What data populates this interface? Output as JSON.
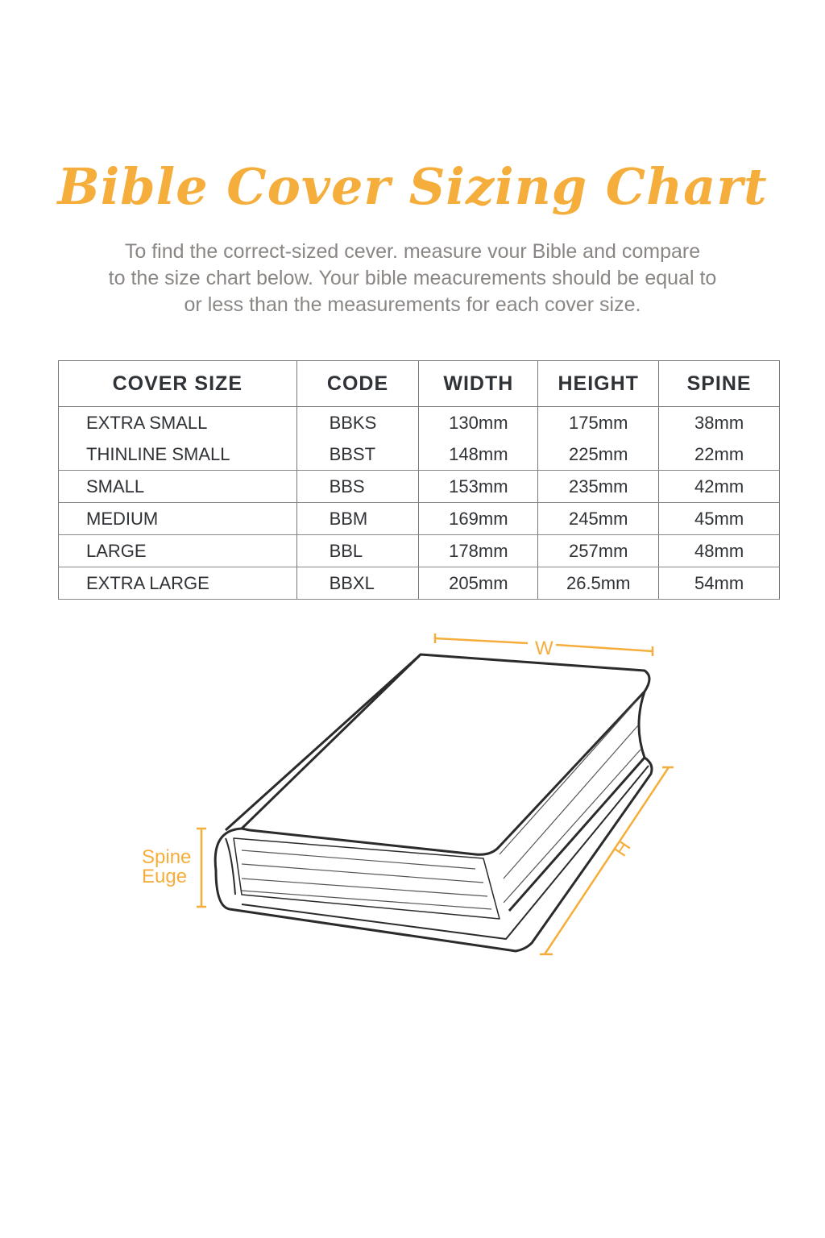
{
  "title": "Bible Cover Sizing Chart",
  "intro": [
    "To find the correct-sized cever. measure vour Bible and compare",
    "to the size chart below. Your bible meacurements should be equal to",
    "or less than the measurements for each cover size."
  ],
  "table": {
    "headers": [
      "COVER SIZE",
      "CODE",
      "WIDTH",
      "HEIGHT",
      "SPINE"
    ],
    "rows": [
      [
        "EXTRA SMALL",
        "BBKS",
        "130mm",
        "175mm",
        "38mm"
      ],
      [
        "THINLINE SMALL",
        "BBST",
        "148mm",
        "225mm",
        "22mm"
      ],
      [
        "SMALL",
        "BBS",
        "153mm",
        "235mm",
        "42mm"
      ],
      [
        "MEDIUM",
        "BBM",
        "169mm",
        "245mm",
        "45mm"
      ],
      [
        "LARGE",
        "BBL",
        "178mm",
        "257mm",
        "48mm"
      ],
      [
        "EXTRA LARGE",
        "BBXL",
        "205mm",
        "26.5mm",
        "54mm"
      ]
    ]
  },
  "diagram": {
    "width_label": "W",
    "height_label": "H",
    "spine_label": [
      "Spine",
      "Euge"
    ]
  },
  "colors": {
    "accent": "#f5ad3c",
    "text": "#2f3236",
    "muted": "#8a8684"
  }
}
